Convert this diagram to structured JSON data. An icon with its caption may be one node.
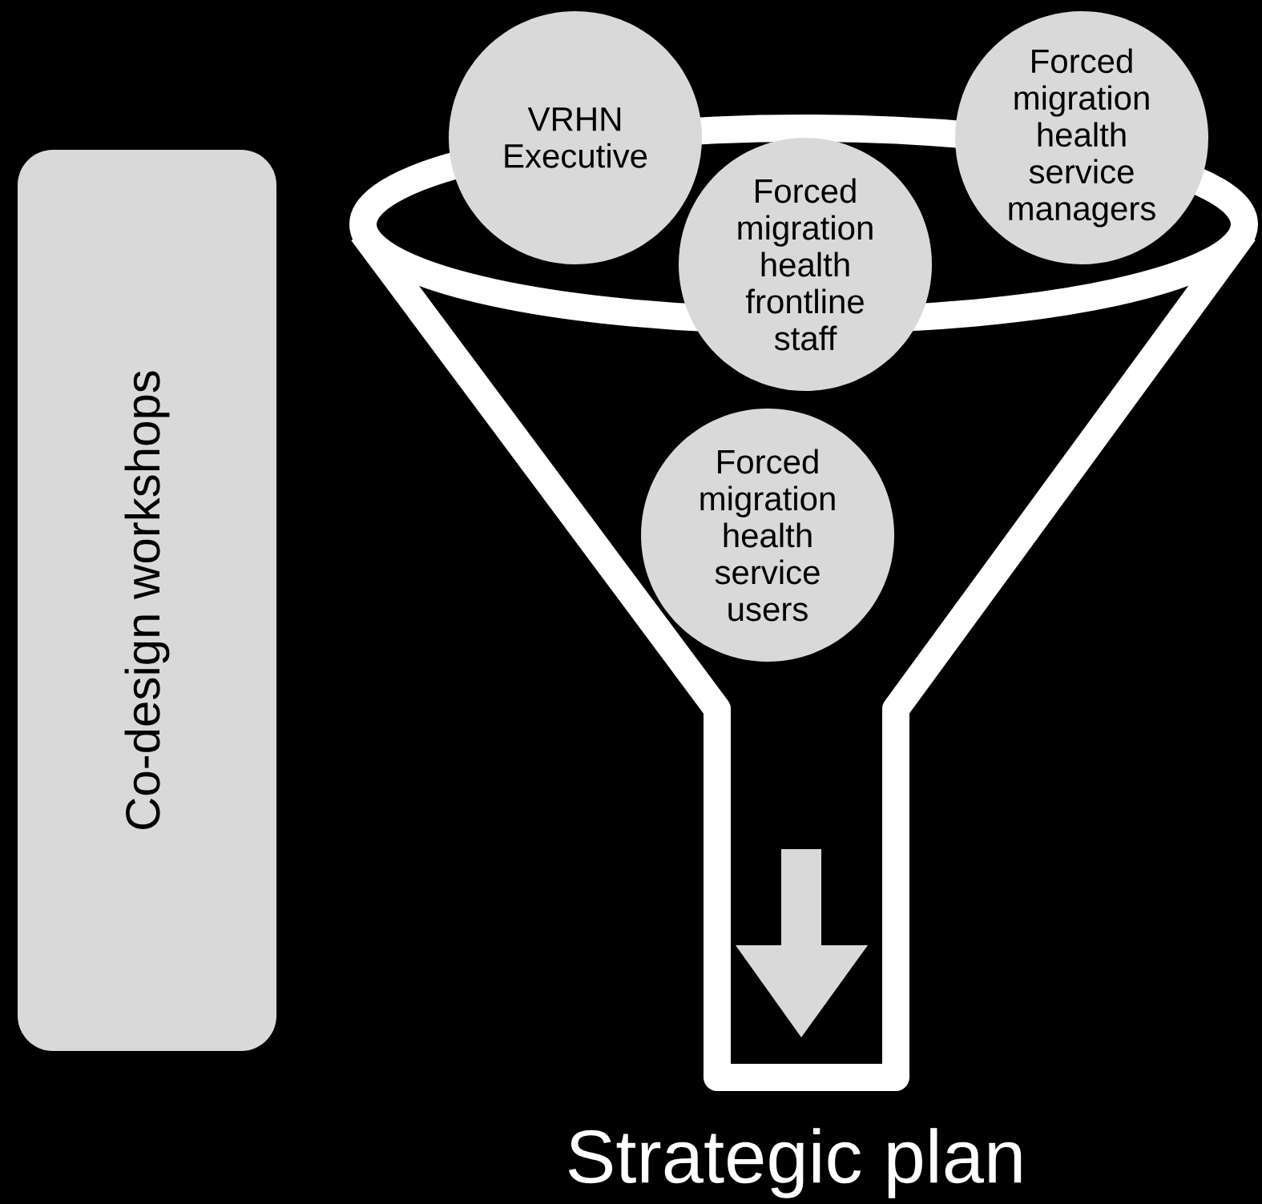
{
  "diagram": {
    "nodes": [
      {
        "text": [
          "Co-design workshops"
        ]
      },
      {
        "text": [
          "VRHN Executive"
        ]
      },
      {
        "text": [
          "Forced migration health service managers"
        ]
      },
      {
        "text": [
          "Forced migration health frontline staff"
        ]
      },
      {
        "text": [
          "Forced migration health service users"
        ]
      }
    ],
    "labels": [
      "Strategic plan"
    ]
  }
}
